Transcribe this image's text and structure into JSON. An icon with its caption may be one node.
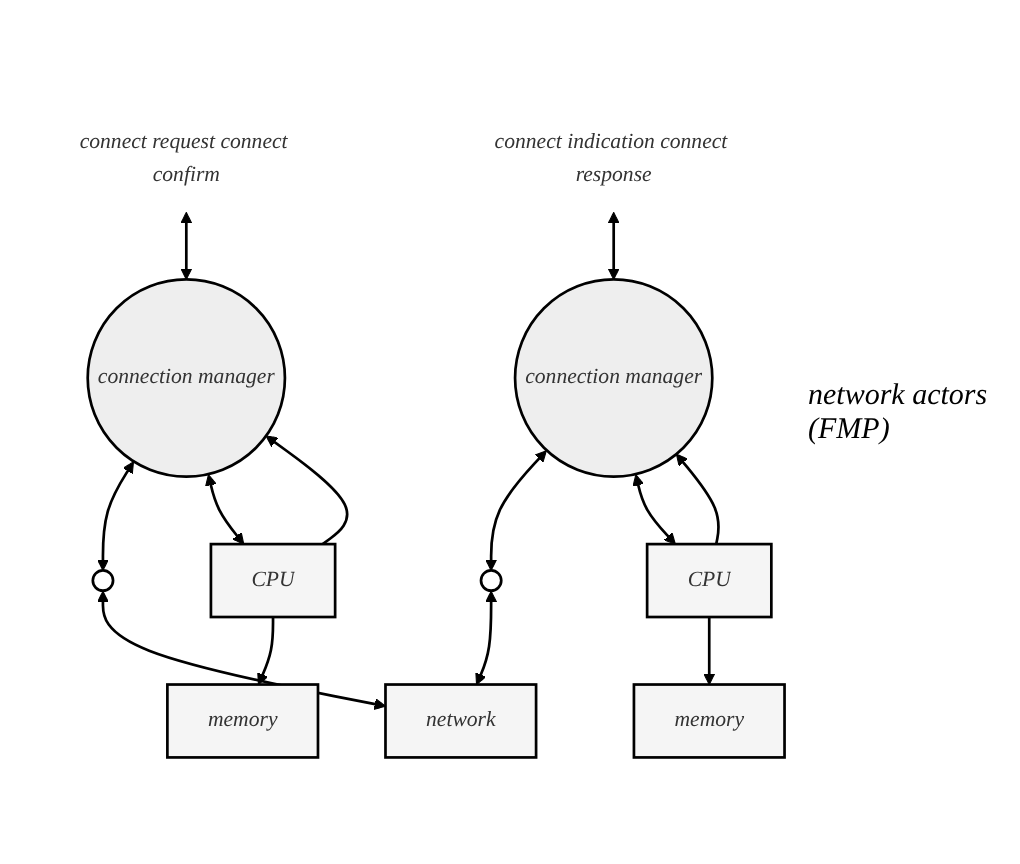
{
  "diagram": {
    "nodes": [
      {
        "text": [
          "connect request connect confirm"
        ]
      },
      {
        "text": [
          "connect indication connect response"
        ]
      },
      {
        "text": [
          "connection manager"
        ]
      },
      {
        "text": [
          "connection manager"
        ]
      },
      {
        "text": [],
        "shape": "ellipse"
      },
      {
        "text": [],
        "shape": "ellipse"
      },
      {
        "text": [
          "CPU"
        ]
      },
      {
        "text": [
          "memory"
        ]
      },
      {
        "text": [
          "network"
        ]
      },
      {
        "text": [
          "CPU"
        ]
      },
      {
        "text": [
          "memory"
        ]
      }
    ],
    "edges": [
      {
        "from": 0,
        "to": 2,
        "arrow": "both"
      },
      {
        "from": 1,
        "to": 3,
        "arrow": "both"
      },
      {
        "from": 2,
        "to": 4,
        "arrow": "both"
      },
      {
        "from": 3,
        "to": 5,
        "arrow": "both"
      },
      {
        "from": 2,
        "to": 6,
        "arrow": "both"
      },
      {
        "from": 6,
        "to": 2,
        "arrow": "to"
      },
      {
        "from": 3,
        "to": 9,
        "arrow": "both"
      },
      {
        "from": 9,
        "to": 3,
        "arrow": "to"
      },
      {
        "from": 4,
        "to": 8,
        "arrow": "both"
      },
      {
        "from": 5,
        "to": 8,
        "arrow": "both"
      },
      {
        "from": 6,
        "to": 7,
        "arrow": "to"
      },
      {
        "from": 9,
        "to": 10,
        "arrow": "to"
      }
    ],
    "labels": [
      "network actors (FMP)"
    ]
  }
}
